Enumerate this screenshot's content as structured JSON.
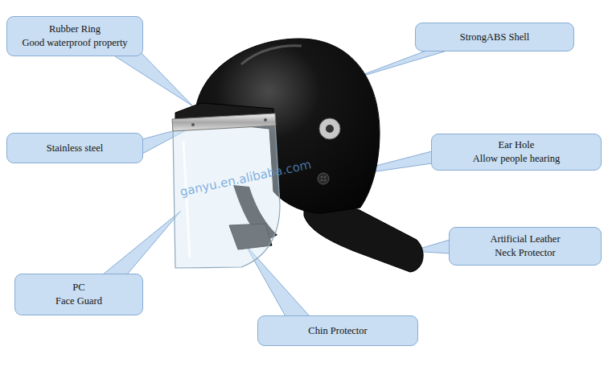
{
  "diagram": {
    "nodes": [
      {
        "text": [
          "Rubber Ring",
          "Good waterproof property"
        ]
      },
      {
        "text": [
          "StrongABS Shell"
        ]
      },
      {
        "text": [
          "Stainless steel"
        ]
      },
      {
        "text": [
          "Ear Hole",
          "Allow people hearing"
        ]
      },
      {
        "text": [
          "Artificial Leather Neck Protector"
        ]
      },
      {
        "text": [
          "PC",
          "Face Guard"
        ]
      },
      {
        "text": [
          "Chin Protector"
        ]
      }
    ],
    "labels": [
      "ganyu.en.alibaba.com"
    ]
  }
}
